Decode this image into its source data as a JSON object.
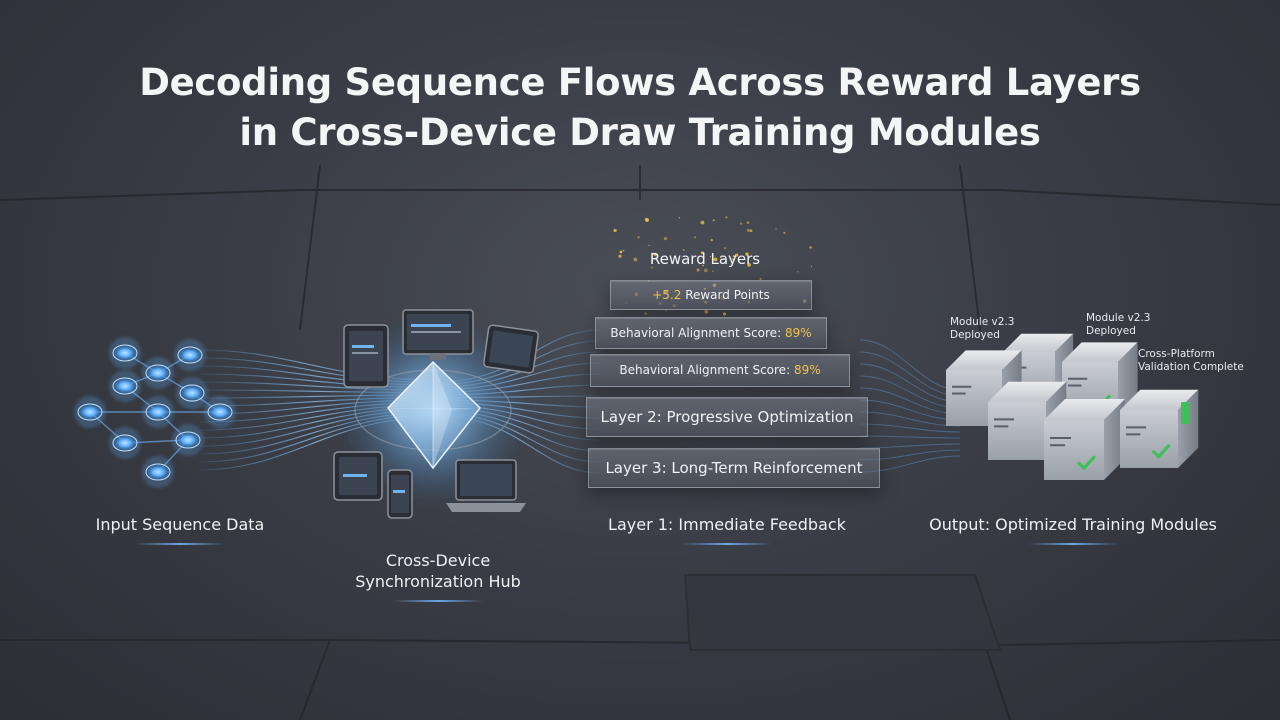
{
  "title": {
    "line1": "Decoding Sequence Flows Across Reward Layers",
    "line2": "in Cross-Device Draw Training Modules"
  },
  "labels": {
    "input": "Input Sequence Data",
    "hub_line1": "Cross-Device",
    "hub_line2": "Synchronization Hub",
    "layer1": "Layer 1: Immediate Feedback",
    "output": "Output: Optimized Training Modules"
  },
  "reward_stack": {
    "heading": "Reward Layers",
    "points_prefix": "+5.2",
    "points_suffix": " Reward Points",
    "alignment_1_prefix": "Behavioral Alignment Score: ",
    "alignment_1_value": "89%",
    "alignment_2_prefix": "Behavioral Alignment Score: ",
    "alignment_2_value": "89%",
    "layer2": "Layer 2: Progressive Optimization",
    "layer3": "Layer 3: Long-Term Reinforcement"
  },
  "output_notes": {
    "note1_line1": "Module v2.3",
    "note1_line2": "Deployed",
    "note2_line1": "Module v2.3",
    "note2_line2": "Deployed",
    "note3_line1": "Cross-Platform",
    "note3_line2": "Validation Complete"
  },
  "colors": {
    "accent_blue": "#5fb1ff",
    "reward_gold": "#f2c24a",
    "check_green": "#3fbf5a"
  },
  "icons": [
    "node-icon",
    "crystal-hub-icon",
    "tablet-icon",
    "monitor-icon",
    "phone-icon",
    "laptop-icon",
    "server-cube-icon",
    "checkmark-icon"
  ]
}
